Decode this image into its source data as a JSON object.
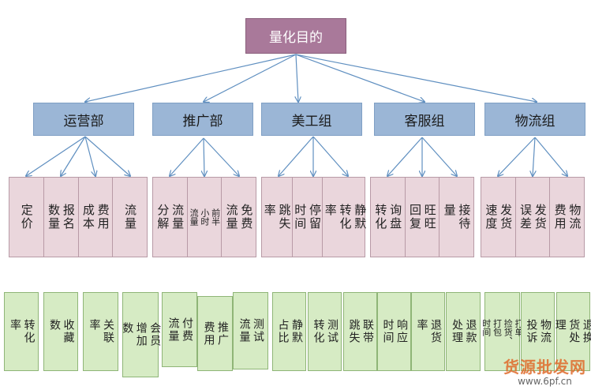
{
  "root": "量化目的",
  "departments": [
    {
      "name": "运营部",
      "metrics": [
        "定价",
        "报名\n数量",
        "费用\n成本",
        "流量"
      ]
    },
    {
      "name": "推广部",
      "metrics": [
        "流量\n分解",
        "前半\n小时\n流量",
        "免费\n流量"
      ]
    },
    {
      "name": "美工组",
      "metrics": [
        "跳失\n率",
        "停留\n时间",
        "静默\n转化\n率"
      ]
    },
    {
      "name": "客服组",
      "metrics": [
        "询盘\n转化",
        "旺旺\n回复",
        "接待\n量"
      ]
    },
    {
      "name": "物流组",
      "metrics": [
        "发货\n速度",
        "发货\n误差",
        "物流\n费用"
      ]
    }
  ],
  "bottom": [
    "转化\n率",
    "收藏\n数",
    "关联\n率",
    "会员\n增加\n数",
    "付费\n流量",
    "推广\n费用",
    "测试\n流量",
    "静默\n占比",
    "测试\n转化",
    "联带\n跳失",
    "响应\n时间",
    "退货\n率",
    "退款\n处理",
    "打单、\n捡货、\n打包\n时间",
    "物流\n投诉",
    "退换\n货处\n理"
  ],
  "watermark": {
    "text": "货源批发网",
    "url": "www.6pf.cn"
  }
}
